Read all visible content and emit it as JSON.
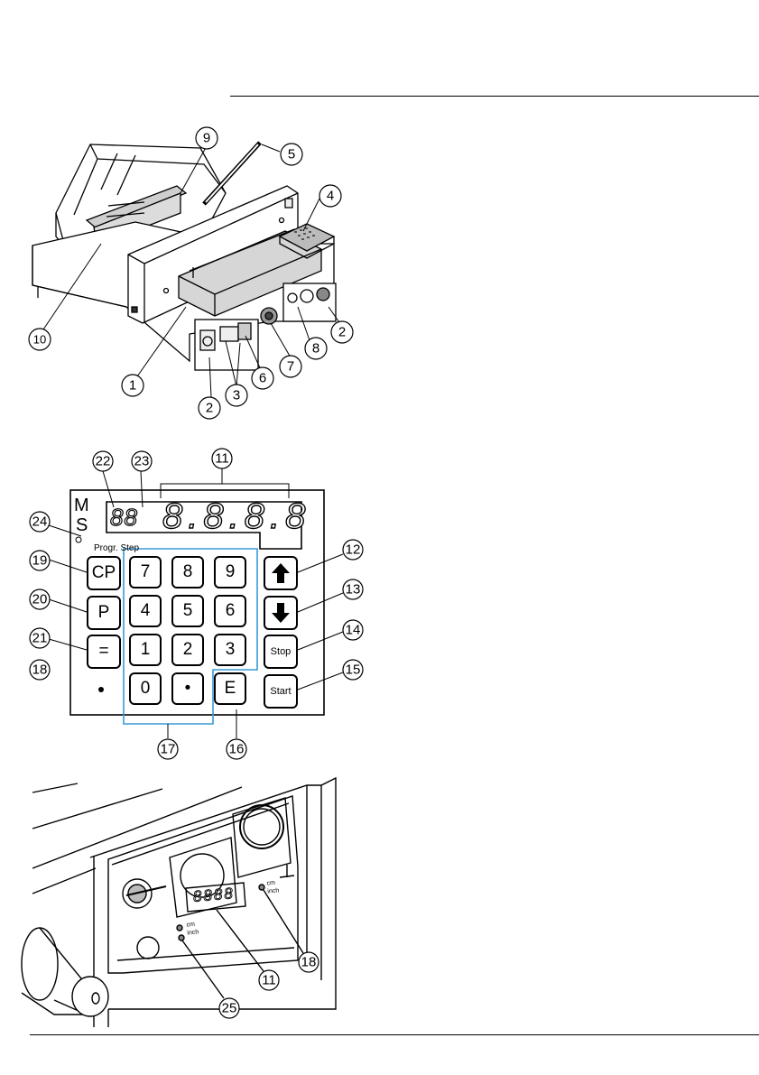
{
  "machine_figure": {
    "callouts": [
      "1",
      "2",
      "2",
      "3",
      "4",
      "5",
      "6",
      "7",
      "8",
      "9",
      "10"
    ]
  },
  "keypad_figure": {
    "mode_letters": {
      "m": "M",
      "s": "S"
    },
    "display_digits": {
      "small": "88",
      "main": "8.8.8.8"
    },
    "led_label": "Progr. Step",
    "left_keys": [
      "CP",
      "P",
      "="
    ],
    "number_keys": [
      "7",
      "8",
      "9",
      "4",
      "5",
      "6",
      "1",
      "2",
      "3",
      "0",
      "•",
      "E"
    ],
    "right_keys": {
      "stop": "Stop",
      "start": "Start"
    },
    "callouts": [
      "11",
      "12",
      "13",
      "14",
      "15",
      "16",
      "17",
      "18",
      "19",
      "20",
      "21",
      "22",
      "23",
      "24"
    ]
  },
  "panel_figure": {
    "display_digits": "8888",
    "led_label_left": "cm\ninch",
    "led_label_right": "cm\ninch",
    "callouts": [
      "11",
      "18",
      "25"
    ]
  },
  "colors": {
    "keypad_group_outline": "#3a9ad6",
    "ink": "#000000"
  }
}
